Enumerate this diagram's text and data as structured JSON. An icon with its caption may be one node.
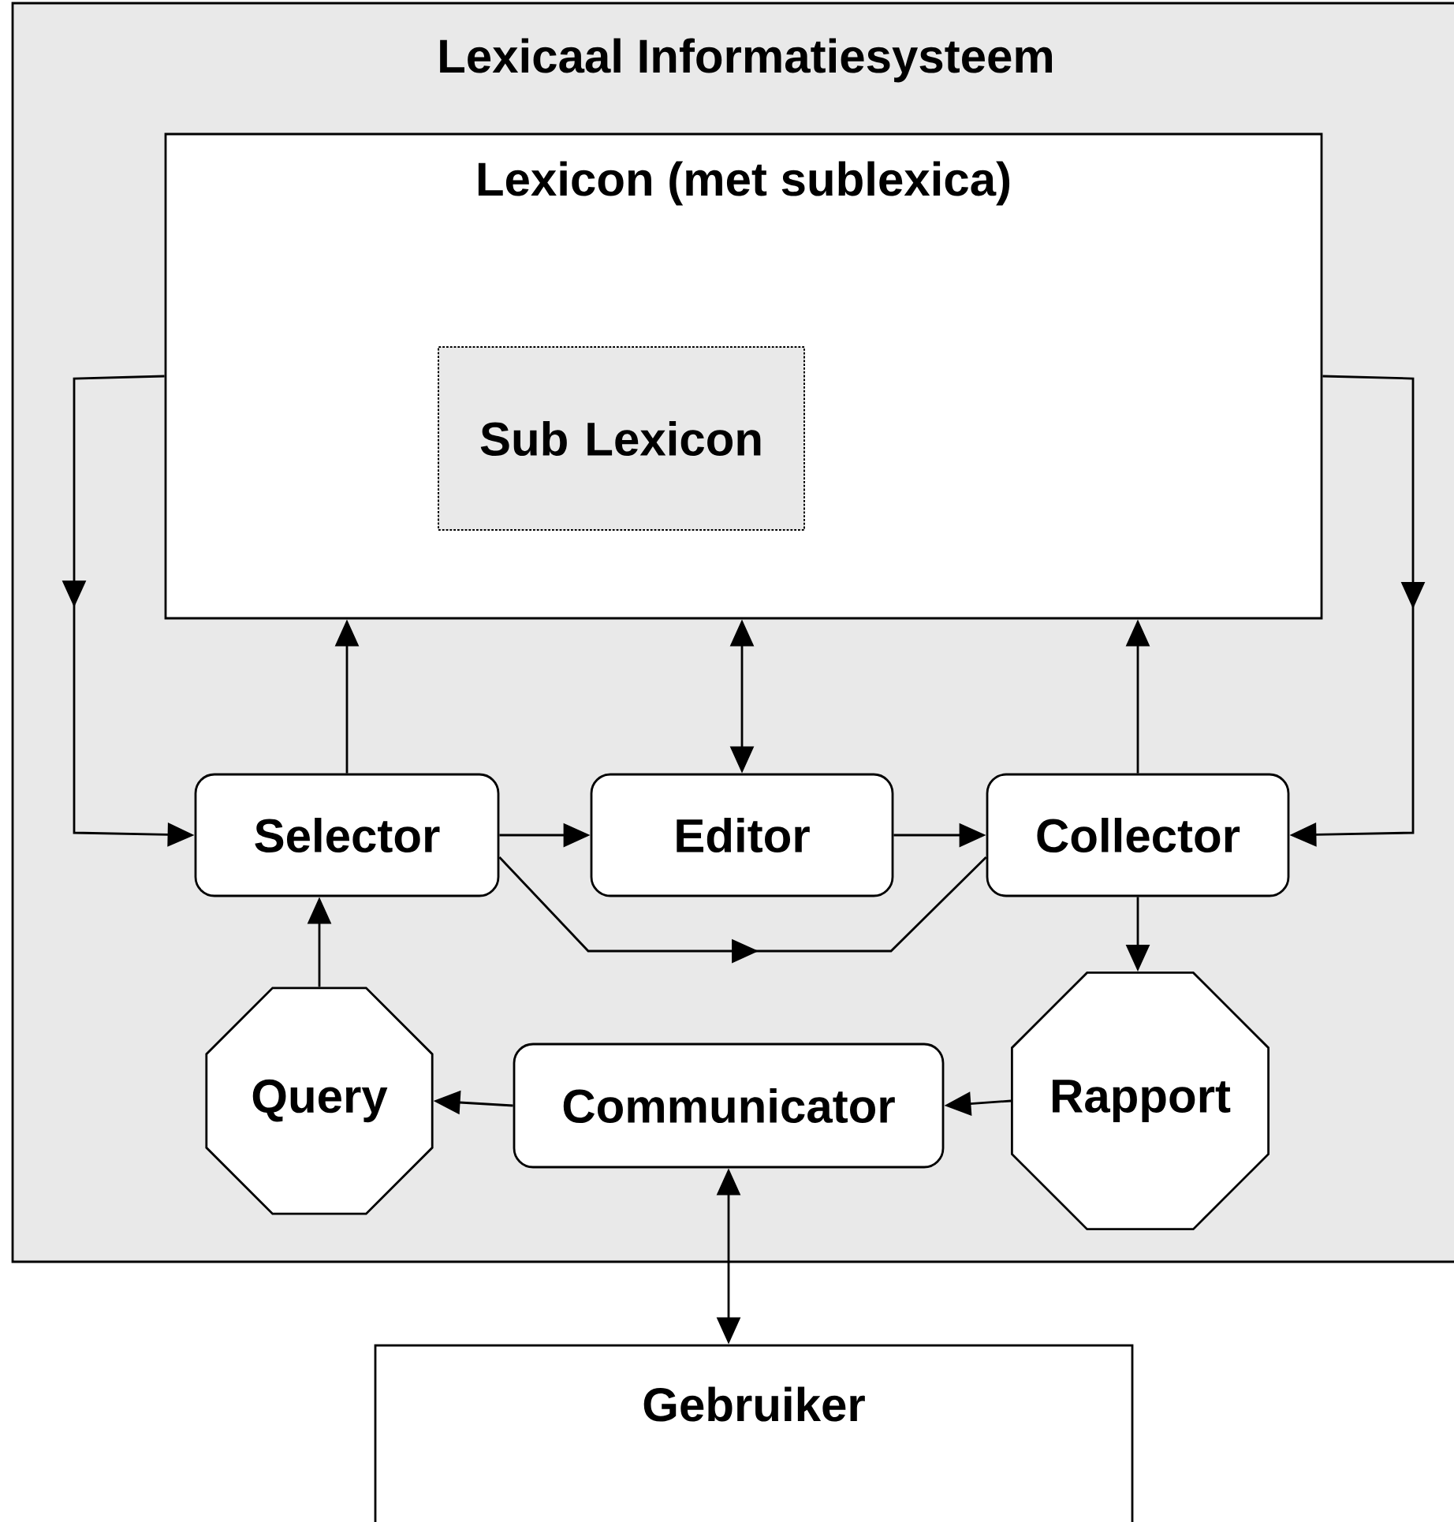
{
  "diagram": {
    "nodes": [
      {
        "text": [
          "Lexicaal Informatiesysteem"
        ]
      },
      {
        "text": [
          "Lexicon (met sublexica)"
        ],
        "in": 0
      },
      {
        "text": [
          "Sub Lexicon"
        ],
        "in": 1
      },
      {
        "text": [
          "Selector"
        ],
        "in": 0
      },
      {
        "text": [
          "Editor"
        ],
        "in": 0
      },
      {
        "text": [
          "Collector"
        ],
        "in": 0
      },
      {
        "text": [
          "Query"
        ],
        "in": 0
      },
      {
        "text": [
          "Communicator"
        ],
        "in": 0
      },
      {
        "text": [
          "Rapport"
        ],
        "in": 0
      },
      {
        "text": [
          "Gebruiker"
        ]
      }
    ],
    "edges": [
      {
        "from": 1,
        "to": 3,
        "arrow": "to"
      },
      {
        "from": 3,
        "to": 1,
        "arrow": "to"
      },
      {
        "from": 4,
        "to": 1,
        "arrow": "both"
      },
      {
        "from": 5,
        "to": 1,
        "arrow": "to"
      },
      {
        "from": 1,
        "to": 5,
        "arrow": "to"
      },
      {
        "from": 3,
        "to": 4,
        "arrow": "to"
      },
      {
        "from": 4,
        "to": 5,
        "arrow": "to"
      },
      {
        "from": 3,
        "to": 5,
        "arrow": "to"
      },
      {
        "from": 5,
        "to": 8,
        "arrow": "to"
      },
      {
        "from": 8,
        "to": 7,
        "arrow": "to"
      },
      {
        "from": 7,
        "to": 6,
        "arrow": "to"
      },
      {
        "from": 6,
        "to": 3,
        "arrow": "to"
      },
      {
        "from": 7,
        "to": 9,
        "arrow": "both"
      }
    ]
  }
}
